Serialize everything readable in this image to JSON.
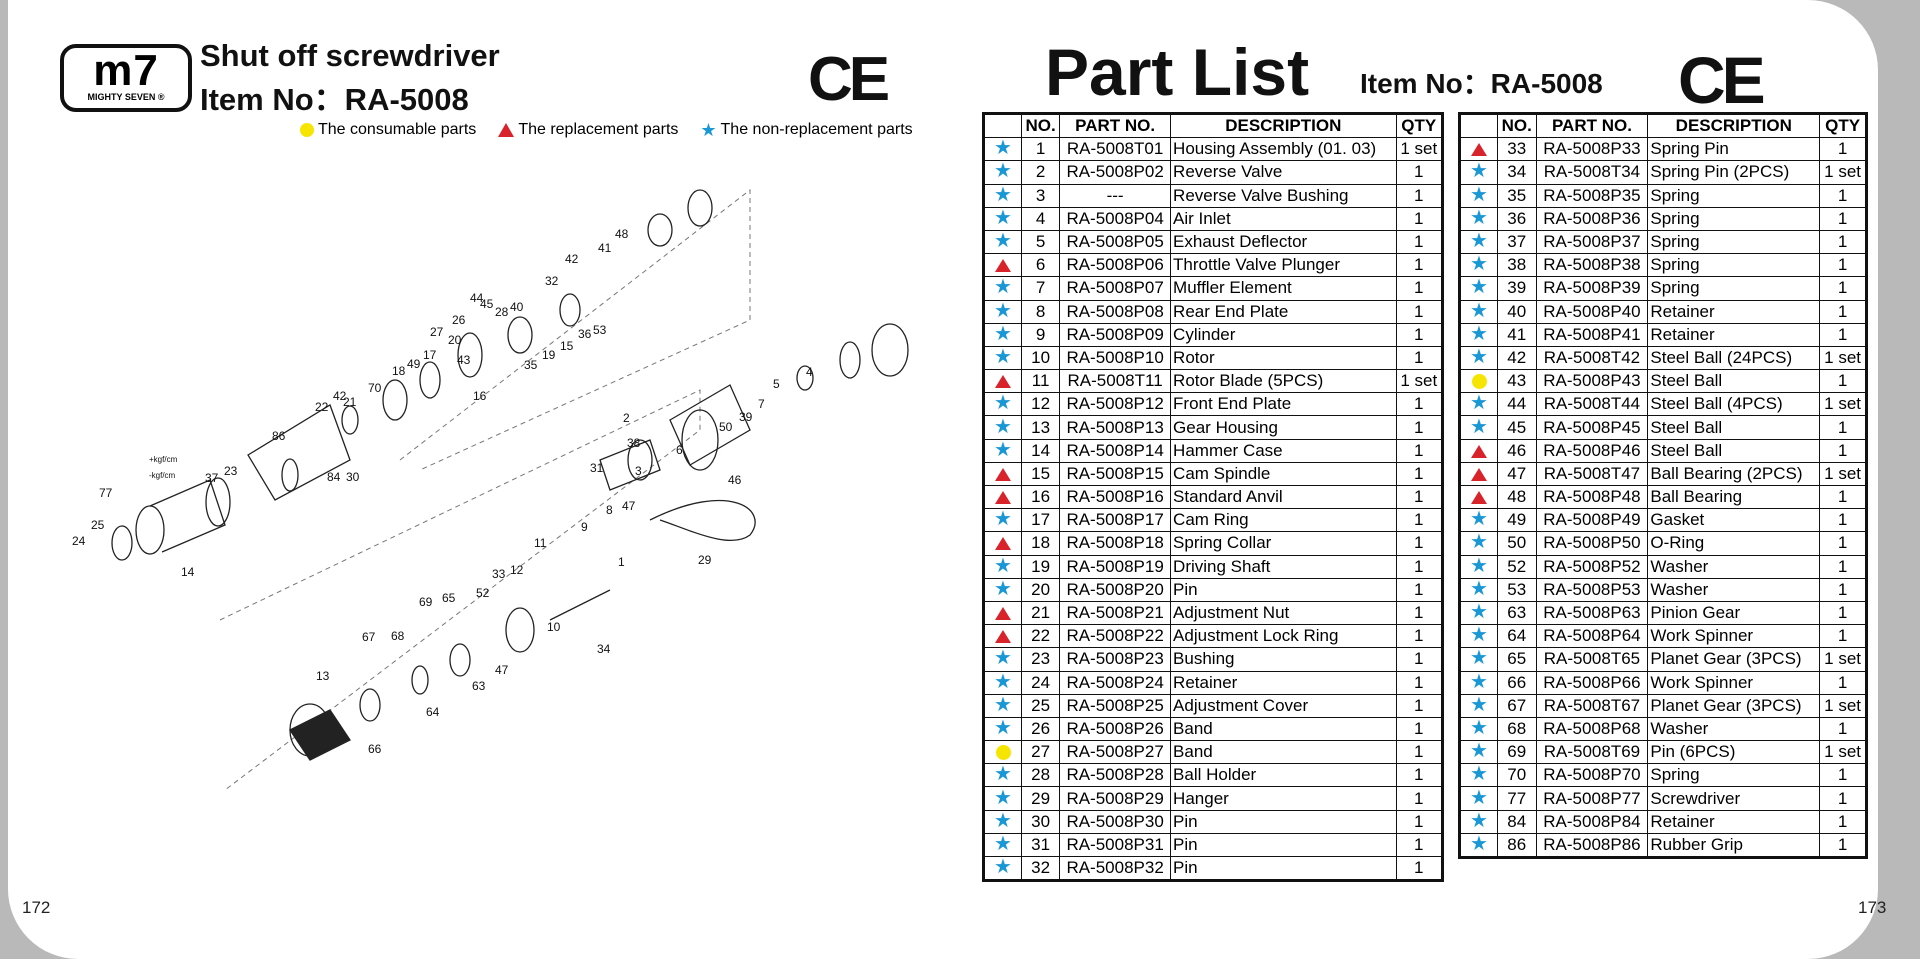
{
  "page_numbers": {
    "left": "172",
    "right": "173"
  },
  "logo": {
    "mark": "m7",
    "sub": "MIGHTY SEVEN ®"
  },
  "header": {
    "title": "Shut off screwdriver",
    "item_no": "Item No：RA-5008",
    "ce": "CE",
    "legend": {
      "consumable": "The consumable parts",
      "replacement": "The replacement parts",
      "nonreplacement": "The non-replacement parts"
    }
  },
  "diagram_labels": [
    {
      "t": "48"
    },
    {
      "t": "41"
    },
    {
      "t": "42"
    },
    {
      "t": "32"
    },
    {
      "t": "44"
    },
    {
      "t": "45"
    },
    {
      "t": "40"
    },
    {
      "t": "28"
    },
    {
      "t": "26"
    },
    {
      "t": "27"
    },
    {
      "t": "20"
    },
    {
      "t": "36"
    },
    {
      "t": "53"
    },
    {
      "t": "15"
    },
    {
      "t": "19"
    },
    {
      "t": "35"
    },
    {
      "t": "43"
    },
    {
      "t": "49"
    },
    {
      "t": "17"
    },
    {
      "t": "18"
    },
    {
      "t": "16"
    },
    {
      "t": "70"
    },
    {
      "t": "42"
    },
    {
      "t": "21"
    },
    {
      "t": "22"
    },
    {
      "t": "86"
    },
    {
      "t": "84"
    },
    {
      "t": "30"
    },
    {
      "t": "+kgf/cm"
    },
    {
      "t": "-kgf/cm"
    },
    {
      "t": "77"
    },
    {
      "t": "37"
    },
    {
      "t": "23"
    },
    {
      "t": "25"
    },
    {
      "t": "24"
    },
    {
      "t": "14"
    },
    {
      "t": "5"
    },
    {
      "t": "4"
    },
    {
      "t": "7"
    },
    {
      "t": "39"
    },
    {
      "t": "50"
    },
    {
      "t": "46"
    },
    {
      "t": "2"
    },
    {
      "t": "38"
    },
    {
      "t": "6"
    },
    {
      "t": "31"
    },
    {
      "t": "3"
    },
    {
      "t": "8"
    },
    {
      "t": "47"
    },
    {
      "t": "1"
    },
    {
      "t": "29"
    },
    {
      "t": "9"
    },
    {
      "t": "11"
    },
    {
      "t": "12"
    },
    {
      "t": "33"
    },
    {
      "t": "52"
    },
    {
      "t": "10"
    },
    {
      "t": "34"
    },
    {
      "t": "69"
    },
    {
      "t": "65"
    },
    {
      "t": "67"
    },
    {
      "t": "68"
    },
    {
      "t": "47"
    },
    {
      "t": "63"
    },
    {
      "t": "64"
    },
    {
      "t": "13"
    },
    {
      "t": "66"
    }
  ],
  "part_list": {
    "title": "Part List",
    "item_no": "Item No：RA-5008",
    "ce": "CE",
    "columns": [
      "",
      "NO.",
      "PART NO.",
      "DESCRIPTION",
      "QTY"
    ],
    "left_rows": [
      {
        "m": "star",
        "no": "1",
        "part": "RA-5008T01",
        "desc": "Housing Assembly (01. 03)",
        "qty": "1 set"
      },
      {
        "m": "star",
        "no": "2",
        "part": "RA-5008P02",
        "desc": "Reverse Valve",
        "qty": "1"
      },
      {
        "m": "star",
        "no": "3",
        "part": "---",
        "desc": "Reverse Valve Bushing",
        "qty": "1"
      },
      {
        "m": "star",
        "no": "4",
        "part": "RA-5008P04",
        "desc": "Air Inlet",
        "qty": "1"
      },
      {
        "m": "star",
        "no": "5",
        "part": "RA-5008P05",
        "desc": "Exhaust Deflector",
        "qty": "1"
      },
      {
        "m": "tri",
        "no": "6",
        "part": "RA-5008P06",
        "desc": "Throttle Valve Plunger",
        "qty": "1"
      },
      {
        "m": "star",
        "no": "7",
        "part": "RA-5008P07",
        "desc": "Muffler Element",
        "qty": "1"
      },
      {
        "m": "star",
        "no": "8",
        "part": "RA-5008P08",
        "desc": "Rear End Plate",
        "qty": "1"
      },
      {
        "m": "star",
        "no": "9",
        "part": "RA-5008P09",
        "desc": "Cylinder",
        "qty": "1"
      },
      {
        "m": "star",
        "no": "10",
        "part": "RA-5008P10",
        "desc": "Rotor",
        "qty": "1"
      },
      {
        "m": "tri",
        "no": "11",
        "part": "RA-5008T11",
        "desc": "Rotor Blade (5PCS)",
        "qty": "1 set"
      },
      {
        "m": "star",
        "no": "12",
        "part": "RA-5008P12",
        "desc": "Front End Plate",
        "qty": "1"
      },
      {
        "m": "star",
        "no": "13",
        "part": "RA-5008P13",
        "desc": "Gear Housing",
        "qty": "1"
      },
      {
        "m": "star",
        "no": "14",
        "part": "RA-5008P14",
        "desc": "Hammer Case",
        "qty": "1"
      },
      {
        "m": "tri",
        "no": "15",
        "part": "RA-5008P15",
        "desc": "Cam Spindle",
        "qty": "1"
      },
      {
        "m": "tri",
        "no": "16",
        "part": "RA-5008P16",
        "desc": "Standard Anvil",
        "qty": "1"
      },
      {
        "m": "star",
        "no": "17",
        "part": "RA-5008P17",
        "desc": "Cam Ring",
        "qty": "1"
      },
      {
        "m": "tri",
        "no": "18",
        "part": "RA-5008P18",
        "desc": "Spring Collar",
        "qty": "1"
      },
      {
        "m": "star",
        "no": "19",
        "part": "RA-5008P19",
        "desc": "Driving Shaft",
        "qty": "1"
      },
      {
        "m": "star",
        "no": "20",
        "part": "RA-5008P20",
        "desc": "Pin",
        "qty": "1"
      },
      {
        "m": "tri",
        "no": "21",
        "part": "RA-5008P21",
        "desc": "Adjustment Nut",
        "qty": "1"
      },
      {
        "m": "tri",
        "no": "22",
        "part": "RA-5008P22",
        "desc": "Adjustment Lock Ring",
        "qty": "1"
      },
      {
        "m": "star",
        "no": "23",
        "part": "RA-5008P23",
        "desc": "Bushing",
        "qty": "1"
      },
      {
        "m": "star",
        "no": "24",
        "part": "RA-5008P24",
        "desc": "Retainer",
        "qty": "1"
      },
      {
        "m": "star",
        "no": "25",
        "part": "RA-5008P25",
        "desc": "Adjustment Cover",
        "qty": "1"
      },
      {
        "m": "star",
        "no": "26",
        "part": "RA-5008P26",
        "desc": "Band",
        "qty": "1"
      },
      {
        "m": "dot",
        "no": "27",
        "part": "RA-5008P27",
        "desc": "Band",
        "qty": "1"
      },
      {
        "m": "star",
        "no": "28",
        "part": "RA-5008P28",
        "desc": "Ball Holder",
        "qty": "1"
      },
      {
        "m": "star",
        "no": "29",
        "part": "RA-5008P29",
        "desc": "Hanger",
        "qty": "1"
      },
      {
        "m": "star",
        "no": "30",
        "part": "RA-5008P30",
        "desc": "Pin",
        "qty": "1"
      },
      {
        "m": "star",
        "no": "31",
        "part": "RA-5008P31",
        "desc": "Pin",
        "qty": "1"
      },
      {
        "m": "star",
        "no": "32",
        "part": "RA-5008P32",
        "desc": "Pin",
        "qty": "1"
      }
    ],
    "right_rows": [
      {
        "m": "tri",
        "no": "33",
        "part": "RA-5008P33",
        "desc": "Spring Pin",
        "qty": "1"
      },
      {
        "m": "star",
        "no": "34",
        "part": "RA-5008T34",
        "desc": "Spring Pin (2PCS)",
        "qty": "1 set"
      },
      {
        "m": "star",
        "no": "35",
        "part": "RA-5008P35",
        "desc": "Spring",
        "qty": "1"
      },
      {
        "m": "star",
        "no": "36",
        "part": "RA-5008P36",
        "desc": "Spring",
        "qty": "1"
      },
      {
        "m": "star",
        "no": "37",
        "part": "RA-5008P37",
        "desc": "Spring",
        "qty": "1"
      },
      {
        "m": "star",
        "no": "38",
        "part": "RA-5008P38",
        "desc": "Spring",
        "qty": "1"
      },
      {
        "m": "star",
        "no": "39",
        "part": "RA-5008P39",
        "desc": "Spring",
        "qty": "1"
      },
      {
        "m": "star",
        "no": "40",
        "part": "RA-5008P40",
        "desc": "Retainer",
        "qty": "1"
      },
      {
        "m": "star",
        "no": "41",
        "part": "RA-5008P41",
        "desc": "Retainer",
        "qty": "1"
      },
      {
        "m": "star",
        "no": "42",
        "part": "RA-5008T42",
        "desc": "Steel Ball (24PCS)",
        "qty": "1 set"
      },
      {
        "m": "dot",
        "no": "43",
        "part": "RA-5008P43",
        "desc": "Steel Ball",
        "qty": "1"
      },
      {
        "m": "star",
        "no": "44",
        "part": "RA-5008T44",
        "desc": "Steel Ball (4PCS)",
        "qty": "1 set"
      },
      {
        "m": "star",
        "no": "45",
        "part": "RA-5008P45",
        "desc": "Steel Ball",
        "qty": "1"
      },
      {
        "m": "tri",
        "no": "46",
        "part": "RA-5008P46",
        "desc": "Steel Ball",
        "qty": "1"
      },
      {
        "m": "tri",
        "no": "47",
        "part": "RA-5008T47",
        "desc": "Ball Bearing (2PCS)",
        "qty": "1 set"
      },
      {
        "m": "tri",
        "no": "48",
        "part": "RA-5008P48",
        "desc": "Ball Bearing",
        "qty": "1"
      },
      {
        "m": "star",
        "no": "49",
        "part": "RA-5008P49",
        "desc": "Gasket",
        "qty": "1"
      },
      {
        "m": "star",
        "no": "50",
        "part": "RA-5008P50",
        "desc": "O-Ring",
        "qty": "1"
      },
      {
        "m": "star",
        "no": "52",
        "part": "RA-5008P52",
        "desc": "Washer",
        "qty": "1"
      },
      {
        "m": "star",
        "no": "53",
        "part": "RA-5008P53",
        "desc": "Washer",
        "qty": "1"
      },
      {
        "m": "star",
        "no": "63",
        "part": "RA-5008P63",
        "desc": "Pinion Gear",
        "qty": "1"
      },
      {
        "m": "star",
        "no": "64",
        "part": "RA-5008P64",
        "desc": "Work Spinner",
        "qty": "1"
      },
      {
        "m": "star",
        "no": "65",
        "part": "RA-5008T65",
        "desc": "Planet Gear (3PCS)",
        "qty": "1 set"
      },
      {
        "m": "star",
        "no": "66",
        "part": "RA-5008P66",
        "desc": "Work Spinner",
        "qty": "1"
      },
      {
        "m": "star",
        "no": "67",
        "part": "RA-5008T67",
        "desc": "Planet Gear (3PCS)",
        "qty": "1 set"
      },
      {
        "m": "star",
        "no": "68",
        "part": "RA-5008P68",
        "desc": "Washer",
        "qty": "1"
      },
      {
        "m": "star",
        "no": "69",
        "part": "RA-5008T69",
        "desc": "Pin (6PCS)",
        "qty": "1 set"
      },
      {
        "m": "star",
        "no": "70",
        "part": "RA-5008P70",
        "desc": "Spring",
        "qty": "1"
      },
      {
        "m": "star",
        "no": "77",
        "part": "RA-5008P77",
        "desc": "Screwdriver",
        "qty": "1"
      },
      {
        "m": "star",
        "no": "84",
        "part": "RA-5008P84",
        "desc": "Retainer",
        "qty": "1"
      },
      {
        "m": "star",
        "no": "86",
        "part": "RA-5008P86",
        "desc": "Rubber Grip",
        "qty": "1"
      }
    ]
  }
}
